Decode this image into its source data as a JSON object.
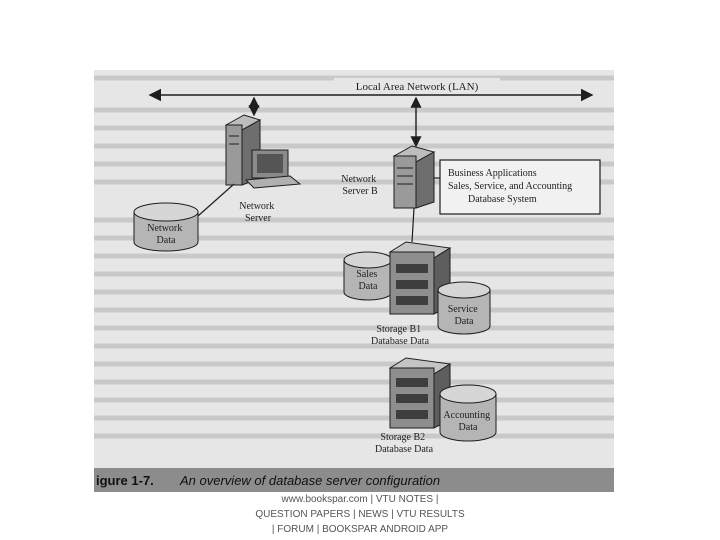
{
  "diagram": {
    "lan_label": "Local Area Network (LAN)",
    "network_server_label": [
      "Network",
      "Server"
    ],
    "network_data_label": [
      "Network",
      "Data"
    ],
    "network_server_b_label": [
      "Network",
      "Server B"
    ],
    "business_box_lines": [
      "Business Applications",
      "Sales, Service, and Accounting",
      "Database System"
    ],
    "sales_data_label": [
      "Sales",
      "Data"
    ],
    "service_data_label": [
      "Service",
      "Data"
    ],
    "storage_b1_label": [
      "Storage B1",
      "Database Data"
    ],
    "accounting_data_label": [
      "Accounting",
      "Data"
    ],
    "storage_b2_label": [
      "Storage B2",
      "Database Data"
    ],
    "caption_prefix": "igure 1-7.",
    "caption_text": "An overview of database server configuration"
  },
  "footer": {
    "line1": "www.bookspar.com | VTU NOTES |",
    "line2": "QUESTION PAPERS | NEWS | VTU RESULTS",
    "line3": "| FORUM | BOOKSPAR ANDROID APP"
  },
  "colors": {
    "scan_background": "#e6e6e6",
    "ink": "#1e1e1e",
    "caption_bar": "#8c8c8c",
    "footer_text": "#555555"
  }
}
